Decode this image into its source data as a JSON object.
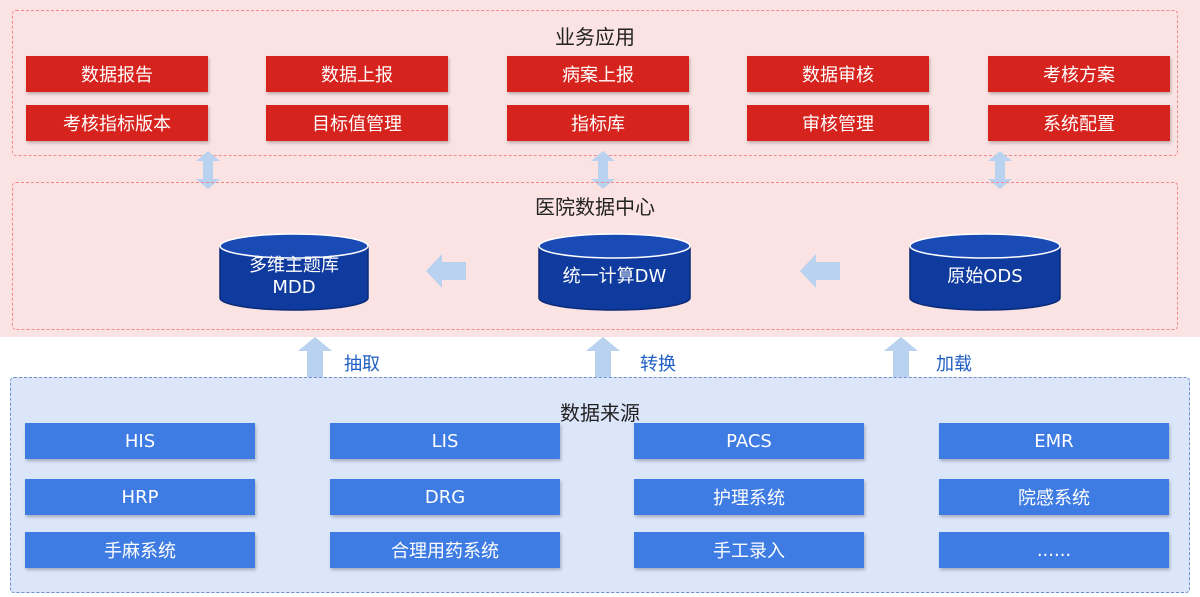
{
  "business": {
    "title": "业务应用",
    "row1": [
      "数据报告",
      "数据上报",
      "病案上报",
      "数据审核",
      "考核方案"
    ],
    "row2": [
      "考核指标版本",
      "目标值管理",
      "指标库",
      "审核管理",
      "系统配置"
    ]
  },
  "datacenter": {
    "title": "医院数据中心",
    "mdd": {
      "line1": "多维主题库",
      "line2": "MDD"
    },
    "dw": "统一计算DW",
    "ods": "原始ODS"
  },
  "process": {
    "extract": "抽取",
    "transform": "转换",
    "load": "加载"
  },
  "sources": {
    "title": "数据来源",
    "row1": [
      "HIS",
      "LIS",
      "PACS",
      "EMR"
    ],
    "row2": [
      "HRP",
      "DRG",
      "护理系统",
      "院感系统"
    ],
    "row3": [
      "手麻系统",
      "合理用药系统",
      "手工录入",
      "......"
    ]
  },
  "colors": {
    "red": "#d7231d",
    "blue": "#3e7ce3",
    "cylinder": "#0f3a9e",
    "arrow": "#b8d2f0"
  }
}
